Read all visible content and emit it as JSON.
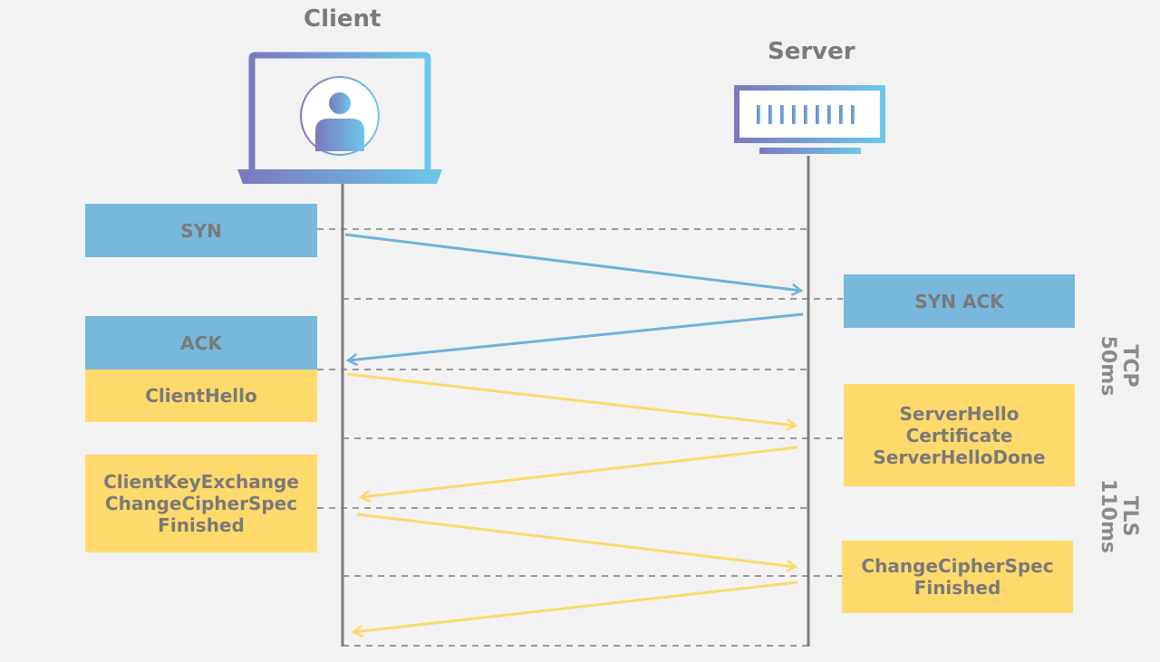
{
  "actors": {
    "client": {
      "label": "Client"
    },
    "server": {
      "label": "Server"
    }
  },
  "messages": {
    "syn": {
      "lines": [
        "SYN"
      ]
    },
    "syn_ack": {
      "lines": [
        "SYN ACK"
      ]
    },
    "ack": {
      "lines": [
        "ACK"
      ]
    },
    "client_hello": {
      "lines": [
        "ClientHello"
      ]
    },
    "server_hello": {
      "lines": [
        "ServerHello",
        "Certificate",
        "ServerHelloDone"
      ]
    },
    "client_key_exchange": {
      "lines": [
        "ClientKeyExchange",
        "ChangeCipherSpec",
        "Finished"
      ]
    },
    "server_change_cipher": {
      "lines": [
        "ChangeCipherSpec",
        "Finished"
      ]
    }
  },
  "phases": {
    "tcp": {
      "name": "TCP",
      "duration": "50ms"
    },
    "tls": {
      "name": "TLS",
      "duration": "110ms"
    }
  },
  "colors": {
    "tcp_blue": "#78b8dc",
    "tls_yellow": "#fed96b",
    "lifeline_gray": "#7d7d7d",
    "device_gradient_start": "#7b7bbf",
    "device_gradient_end": "#6ec6e8"
  },
  "icons": {
    "client_device": "laptop-icon",
    "client_avatar": "user-icon",
    "server_device": "server-icon"
  }
}
